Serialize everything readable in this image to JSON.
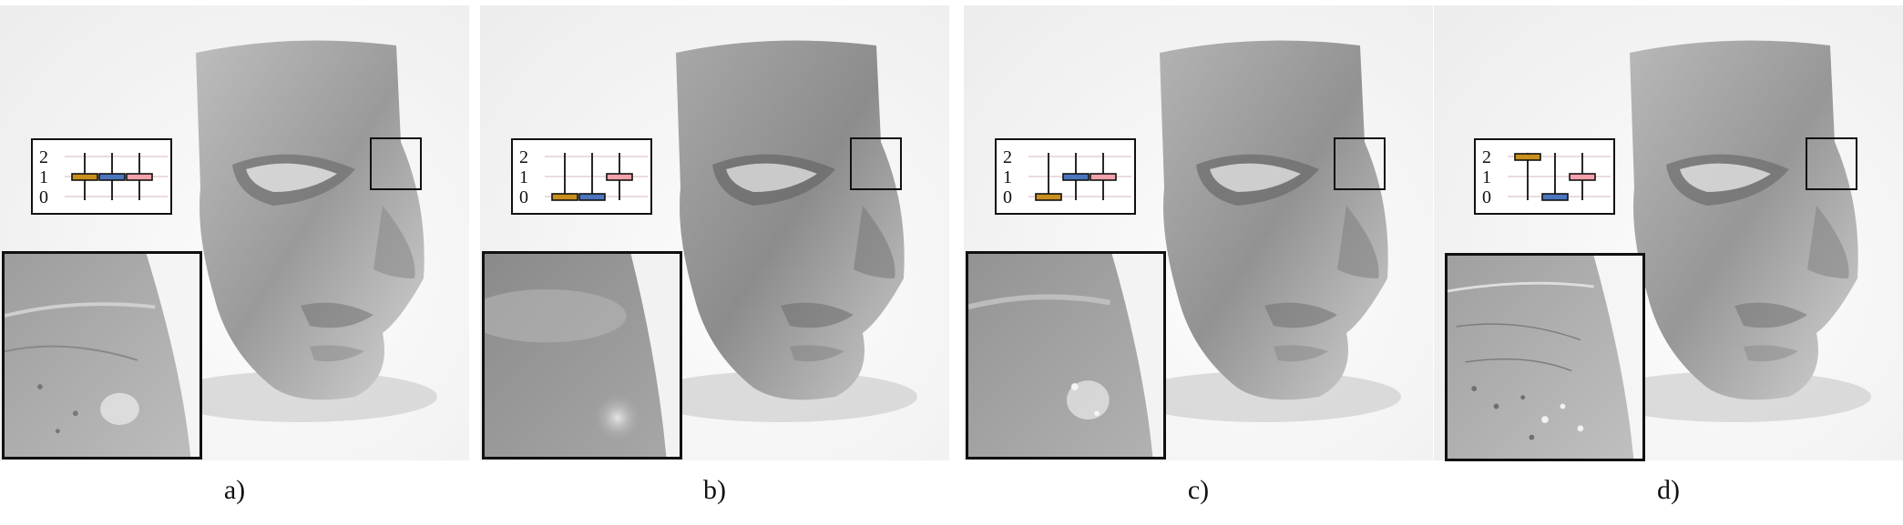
{
  "figure": {
    "panels": [
      {
        "caption": "a)",
        "boxes": [
          {
            "color": "#c8901c",
            "low": 0.85,
            "high": 1.15
          },
          {
            "color": "#4a76bd",
            "low": 0.85,
            "high": 1.15
          },
          {
            "color": "#f3a1ab",
            "low": 0.85,
            "high": 1.15
          }
        ],
        "inset_style": "detailed"
      },
      {
        "caption": "b)",
        "boxes": [
          {
            "color": "#c8901c",
            "low": -0.15,
            "high": 0.15
          },
          {
            "color": "#4a76bd",
            "low": -0.15,
            "high": 0.15
          },
          {
            "color": "#f3a1ab",
            "low": 0.85,
            "high": 1.15
          }
        ],
        "inset_style": "blurred"
      },
      {
        "caption": "c)",
        "boxes": [
          {
            "color": "#c8901c",
            "low": -0.15,
            "high": 0.15
          },
          {
            "color": "#4a76bd",
            "low": 0.85,
            "high": 1.15
          },
          {
            "color": "#f3a1ab",
            "low": 0.85,
            "high": 1.15
          }
        ],
        "inset_style": "medium"
      },
      {
        "caption": "d)",
        "boxes": [
          {
            "color": "#c8901c",
            "low": 1.85,
            "high": 2.15
          },
          {
            "color": "#4a76bd",
            "low": -0.15,
            "high": 0.15
          },
          {
            "color": "#f3a1ab",
            "low": 0.85,
            "high": 1.15
          }
        ],
        "inset_style": "sharp"
      }
    ],
    "axis_ticks": [
      "2",
      "1",
      "0"
    ]
  }
}
